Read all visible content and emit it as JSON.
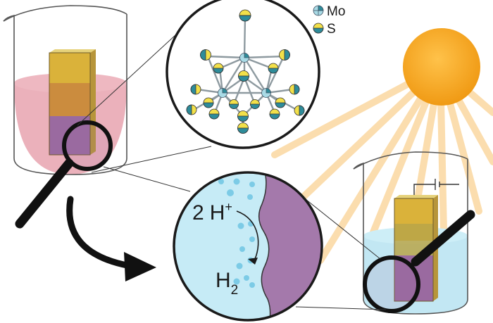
{
  "legend": {
    "mo_label": "Mo",
    "s_label": "S"
  },
  "reaction": {
    "reactant_coeff": "2",
    "reactant_species": "H",
    "reactant_charge": "+",
    "product_species": "H",
    "product_subscript": "2"
  },
  "colors": {
    "solution_pink": "#e9a9b4",
    "solution_blue": "#bfe6f2",
    "electrode_yellow": "#dab23a",
    "electrode_purple": "#9a6aa0",
    "sun": "#f6a21c",
    "sun_ray": "#fbd8a0",
    "mo_atom": "#7fc4d4",
    "s_atom": "#f2e04a",
    "bubble": "#7ccbe6"
  }
}
